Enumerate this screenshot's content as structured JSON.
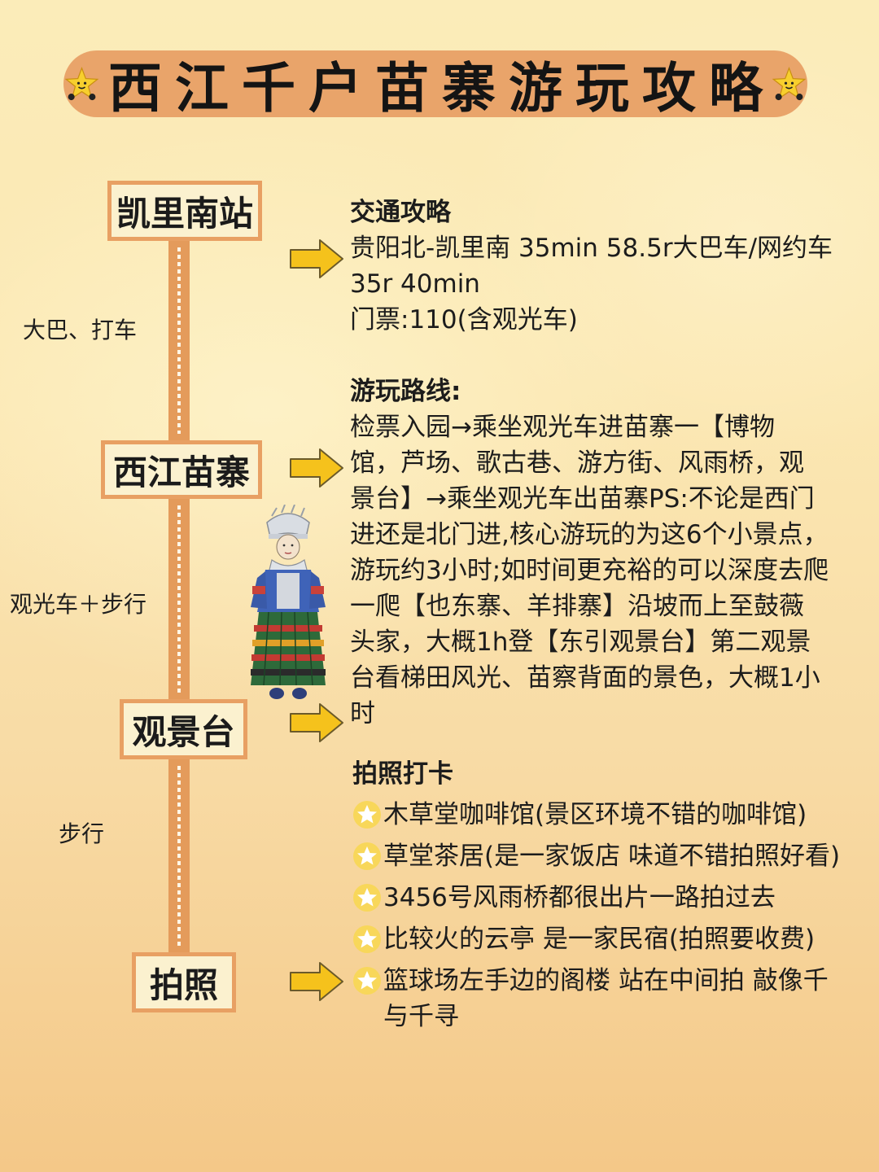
{
  "title": "西江千户苗寨游玩攻略",
  "route": {
    "stations": [
      "凯里南站",
      "西江苗寨",
      "观景台",
      "拍照"
    ],
    "modes": [
      "大巴、打车",
      "观光车＋步行",
      "步行"
    ]
  },
  "transport": {
    "heading": "交通攻略",
    "lines": [
      "贵阳北-凯里南 35min 58.5r大巴车/网约车",
      "35r 40min",
      "门票:110(含观光车)"
    ]
  },
  "itinerary": {
    "heading": "游玩路线:",
    "lines": [
      "检票入园→乘坐观光车进苗寨一【博物",
      "馆，芦场、歌古巷、游方街、风雨桥，观",
      "景台】→乘坐观光车出苗寨PS:不论是西门",
      "进还是北门进,核心游玩的为这6个小景点，",
      "游玩约3小时;如时间更充裕的可以深度去爬",
      "一爬【也东寨、羊排寨】沿坡而上至鼓薇",
      "头家，大概1h登【东引观景台】第二观景",
      "台看梯田风光、苗察背面的景色，大概1小",
      "时"
    ]
  },
  "photo_spots": {
    "heading": "拍照打卡",
    "items": [
      "木草堂咖啡馆(景区环境不错的咖啡馆)",
      "草堂茶居(是一家饭店 味道不错拍照好看)",
      "3456号风雨桥都很出片一路拍过去",
      "比较火的云亭 是一家民宿(拍照要收费)",
      "篮球场左手边的阁楼 站在中间拍 敲像千\n与千寻"
    ]
  },
  "colors": {
    "banner": "#e9a46a",
    "station_border": "#e8a063",
    "station_fill": "#fbf1cf",
    "road": "#e49b5b",
    "arrow": "#f5c21c",
    "star": "#f7cf2e"
  },
  "icons": {
    "title_decoration": "star-face-icon",
    "connector": "arrow-right-icon",
    "bullet": "star-bullet-icon",
    "figure": "miao-costume-figure"
  }
}
